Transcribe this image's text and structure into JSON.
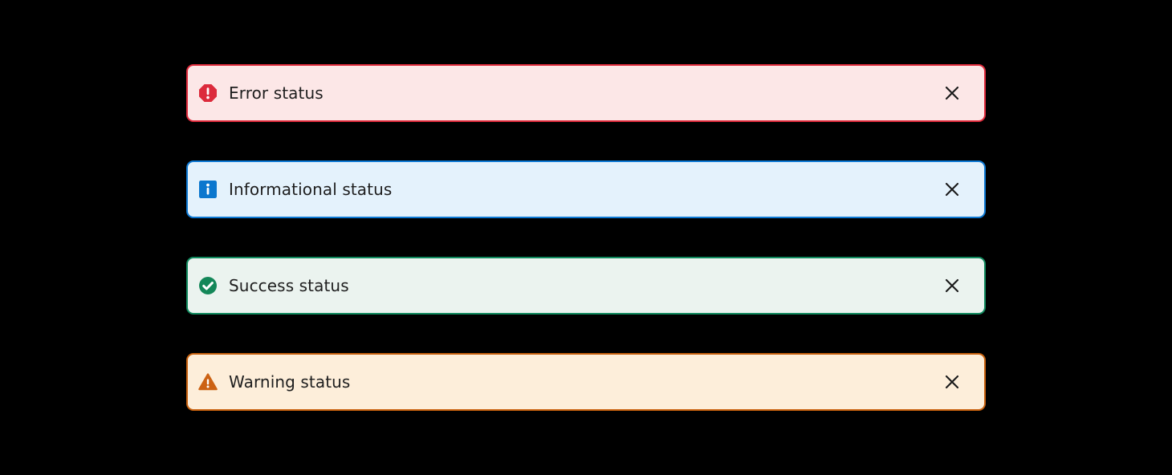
{
  "page": {
    "background_color": "#000000",
    "text_color": "#1E1E1E",
    "close_icon_color": "#1A1A1A"
  },
  "alerts": [
    {
      "type": "error",
      "label": "Error status",
      "icon": "error-octagon-icon",
      "background": "#FCE7E7",
      "border": "#E02B3C",
      "icon_color": "#DC2B3C",
      "text_color": "#1E1E1E",
      "close_label": "Close"
    },
    {
      "type": "info",
      "label": "Informational status",
      "icon": "info-square-icon",
      "background": "#E4F2FC",
      "border": "#0C78D3",
      "icon_color": "#0B77CE",
      "text_color": "#1E1E1E",
      "close_label": "Close"
    },
    {
      "type": "success",
      "label": "Success status",
      "icon": "success-check-circle-icon",
      "background": "#EBF3EF",
      "border": "#108A5E",
      "icon_color": "#148759",
      "text_color": "#1E1E1E",
      "close_label": "Close"
    },
    {
      "type": "warning",
      "label": "Warning status",
      "icon": "warning-triangle-icon",
      "background": "#FDEEDA",
      "border": "#C8610E",
      "icon_color": "#CC6214",
      "text_color": "#1E1E1E",
      "close_label": "Close"
    }
  ]
}
